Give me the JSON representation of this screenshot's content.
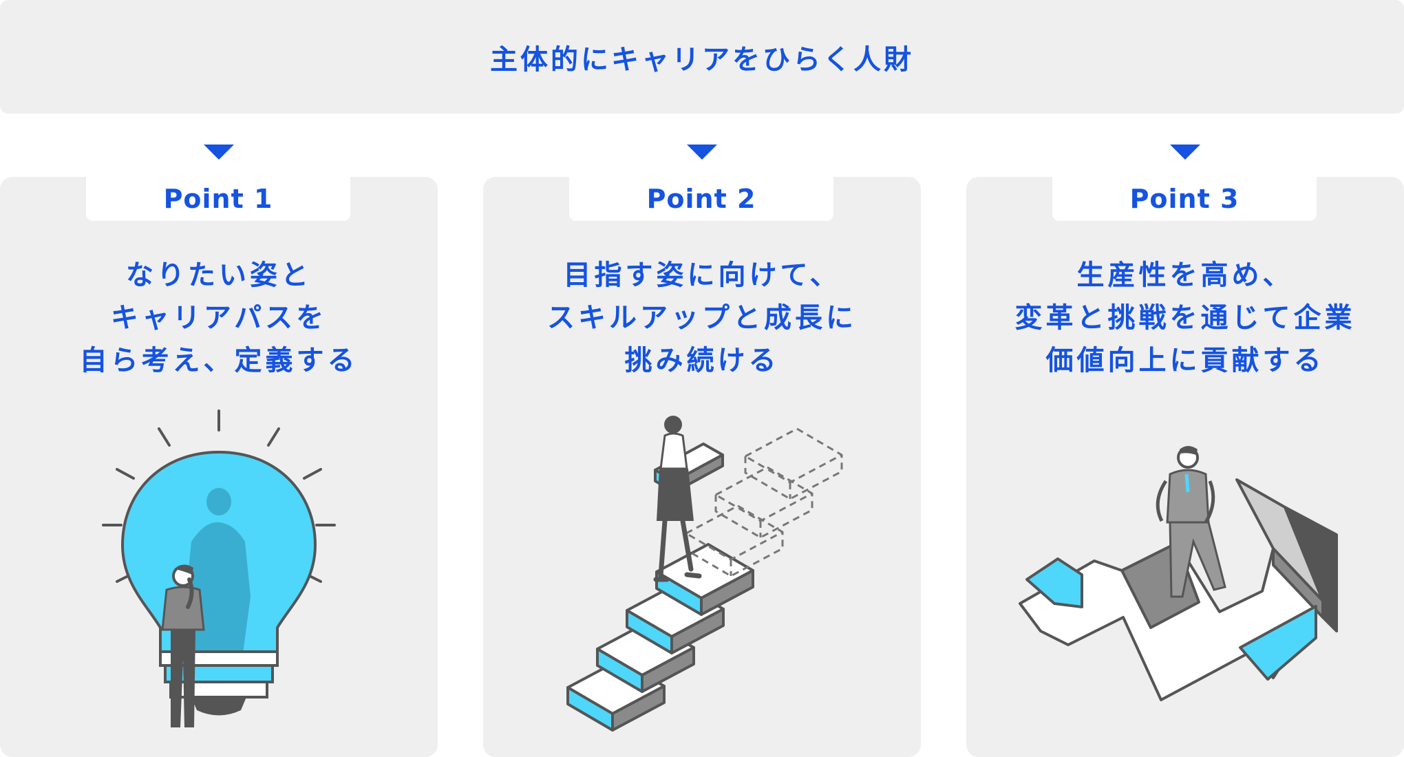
{
  "header": {
    "title": "主体的にキャリアをひらく人財"
  },
  "points": [
    {
      "label": "Point 1",
      "lines": [
        "なりたい姿と",
        "キャリアパスを",
        "自ら考え、定義する"
      ],
      "illustration": "lightbulb-thinker"
    },
    {
      "label": "Point 2",
      "lines": [
        "目指す姿に向けて、",
        "スキルアップと成長に",
        "挑み続ける"
      ],
      "illustration": "woman-climbing-steps"
    },
    {
      "label": "Point 3",
      "lines": [
        "生産性を高め、",
        "変革と挑戦を通じて企業",
        "価値向上に貢献する"
      ],
      "illustration": "man-on-growth-arrow"
    }
  ],
  "colors": {
    "accent": "#1553e0",
    "panel": "#efefef",
    "illustration_blue": "#4fd6fb",
    "illustration_grey": "#5a5a5a"
  }
}
